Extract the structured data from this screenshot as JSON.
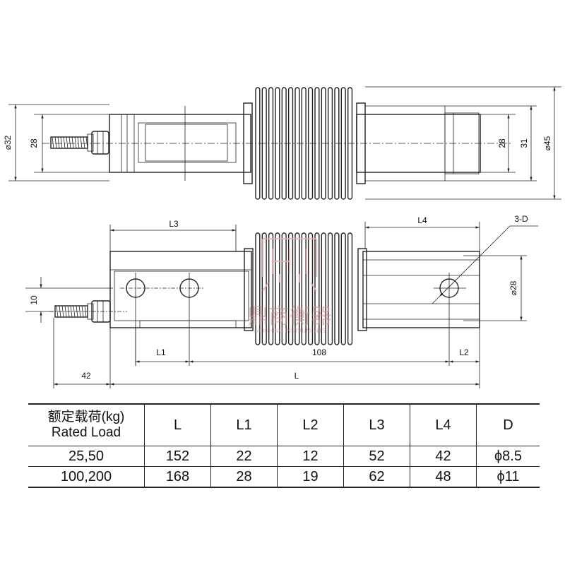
{
  "top_view": {
    "dim_phi32": "⌀32",
    "dim_28_left": "28",
    "dim_28_right": "28",
    "dim_31": "31",
    "dim_phi45": "⌀45"
  },
  "front_view": {
    "dim_L3": "L3",
    "dim_L4": "L4",
    "dim_3D": "3-D",
    "dim_10": "10",
    "dim_phi28": "⌀28",
    "dim_L1": "L1",
    "dim_108": "108",
    "dim_L2": "L2",
    "dim_42": "42",
    "dim_L": "L"
  },
  "watermark": {
    "chinese": "鼎商衡器",
    "english": "WEIGHING INSTRUMENTS"
  },
  "table": {
    "header_cn": "额定载荷(kg)",
    "header_en": "Rated Load",
    "columns": [
      "L",
      "L1",
      "L2",
      "L3",
      "L4",
      "D"
    ],
    "rows": [
      [
        "25,50",
        "152",
        "22",
        "12",
        "52",
        "42",
        "ϕ8.5"
      ],
      [
        "100,200",
        "168",
        "28",
        "19",
        "62",
        "48",
        "ϕ11"
      ]
    ]
  }
}
